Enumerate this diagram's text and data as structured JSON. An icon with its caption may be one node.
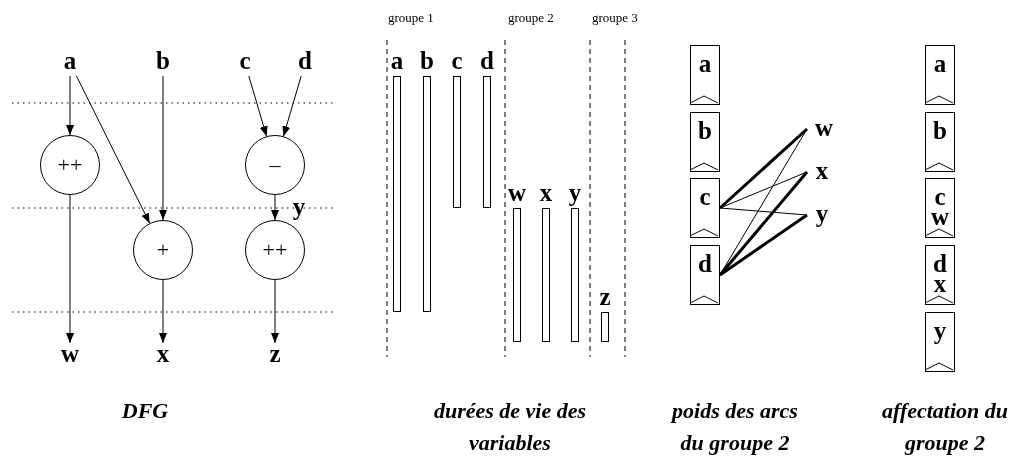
{
  "diagram": {
    "nodes": [
      {
        "text": [
          "a"
        ]
      },
      {
        "text": [
          "b"
        ]
      },
      {
        "text": [
          "c"
        ]
      },
      {
        "text": [
          "d"
        ]
      },
      {
        "text": [
          "++"
        ]
      },
      {
        "text": [
          "–"
        ]
      },
      {
        "text": [
          "+"
        ]
      },
      {
        "text": [
          "++"
        ]
      },
      {
        "text": [
          "w"
        ]
      },
      {
        "text": [
          "x"
        ]
      },
      {
        "text": [
          "z"
        ]
      },
      {
        "text": [
          "a"
        ]
      },
      {
        "text": [
          "b"
        ]
      },
      {
        "text": [
          "c"
        ]
      },
      {
        "text": [
          "d"
        ]
      },
      {
        "text": [
          "w"
        ]
      },
      {
        "text": [
          "x"
        ]
      },
      {
        "text": [
          "y"
        ]
      },
      {
        "text": [
          "z"
        ]
      },
      {
        "text": [
          "a"
        ]
      },
      {
        "text": [
          "b"
        ]
      },
      {
        "text": [
          "c"
        ]
      },
      {
        "text": [
          "d"
        ]
      },
      {
        "text": [
          "w"
        ]
      },
      {
        "text": [
          "x"
        ]
      },
      {
        "text": [
          "y"
        ]
      },
      {
        "text": [
          "a"
        ]
      },
      {
        "text": [
          "b"
        ]
      },
      {
        "text": [
          "c",
          "w"
        ]
      },
      {
        "text": [
          "d",
          "x"
        ]
      },
      {
        "text": [
          "y"
        ]
      }
    ],
    "edges": [
      {
        "from": 0,
        "to": 4,
        "arrow": "to"
      },
      {
        "from": 0,
        "to": 6,
        "arrow": "to"
      },
      {
        "from": 1,
        "to": 6,
        "arrow": "to"
      },
      {
        "from": 2,
        "to": 5,
        "arrow": "to"
      },
      {
        "from": 3,
        "to": 5,
        "arrow": "to"
      },
      {
        "from": 5,
        "to": 7,
        "arrow": "to",
        "label": "y"
      },
      {
        "from": 4,
        "to": 8,
        "arrow": "to"
      },
      {
        "from": 6,
        "to": 9,
        "arrow": "to"
      },
      {
        "from": 7,
        "to": 10,
        "arrow": "to"
      },
      {
        "from": 21,
        "to": 23,
        "arrow": "none",
        "style": "thick"
      },
      {
        "from": 21,
        "to": 24,
        "arrow": "none"
      },
      {
        "from": 21,
        "to": 25,
        "arrow": "none"
      },
      {
        "from": 22,
        "to": 23,
        "arrow": "none"
      },
      {
        "from": 22,
        "to": 24,
        "arrow": "none",
        "style": "thick"
      },
      {
        "from": 22,
        "to": 25,
        "arrow": "none",
        "style": "thick"
      }
    ],
    "labels": [
      "groupe 1",
      "groupe 2",
      "groupe 3",
      "DFG",
      "durées de vie des variables",
      "poids des arcs du groupe 2",
      "affectation du groupe 2"
    ]
  }
}
